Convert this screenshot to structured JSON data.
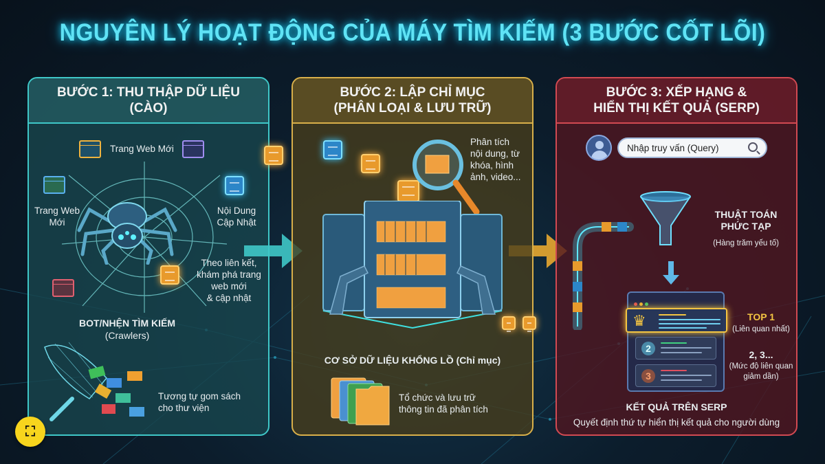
{
  "title": "NGUYÊN LÝ HOẠT ĐỘNG CỦA MÁY TÌM KIẾM (3 BƯỚC CỐT LÕI)",
  "colors": {
    "title": "#5fe3f5",
    "step1": "#3fc8c8",
    "step2": "#d9b04a",
    "step3": "#d24a52",
    "top_highlight": "#f4c542"
  },
  "step1": {
    "heading_line1": "BƯỚC 1: THU THẬP DỮ LIỆU",
    "heading_line2": "(CÀO)",
    "label_new_page_top": "Trang Web Mới",
    "label_new_page_left_1": "Trang Web",
    "label_new_page_left_2": "Mới",
    "label_updated_1": "Nội Dung",
    "label_updated_2": "Cập Nhật",
    "follow_links": [
      "Theo liên kết,",
      "khám phá trang",
      "web mới",
      "& cập nhật"
    ],
    "bot_title": "BOT/NHỆN TÌM KIẾM",
    "bot_sub": "(Crawlers)",
    "analogy": [
      "Tương tự gom sách",
      "cho thư viện"
    ],
    "icons": [
      "browser-globe-icon",
      "browser-cursor-icon",
      "spider-icon",
      "web-icon",
      "data-cube-icon",
      "net-icon",
      "book-icon"
    ]
  },
  "step2": {
    "heading_line1": "BƯỚC 2: LẬP CHỈ MỤC",
    "heading_line2": "(PHÂN LOẠI & LƯU TRỮ)",
    "analyze": [
      "Phân tích",
      "nội dung, từ",
      "khóa, hình",
      "ảnh, video..."
    ],
    "database_title": "CƠ SỞ DỮ LIỆU KHỔNG LỒ (Chỉ mục)",
    "organize": [
      "Tổ chức và lưu trữ",
      "thông tin đã phân tích"
    ],
    "icons": [
      "server-rack-icon",
      "magnifier-icon",
      "folder-icon",
      "robot-arm-icon"
    ]
  },
  "step3": {
    "heading_line1": "BƯỚC 3: XẾP HẠNG &",
    "heading_line2": "HIỂN THỊ KẾT QUẢ (SERP)",
    "search_placeholder": "Nhập truy vấn (Query)",
    "algo_title_1": "THUẬT TOÁN",
    "algo_title_2": "PHỨC TẠP",
    "algo_sub": "(Hàng trăm yếu tố)",
    "top1_title": "TOP 1",
    "top1_sub": "(Liên quan nhất)",
    "rest_title": "2, 3...",
    "rest_sub_1": "(Mức độ liên quan",
    "rest_sub_2": "giảm dần)",
    "rank2": "2",
    "rank3": "3",
    "crown": "♛",
    "serp_title": "KẾT QUẢ TRÊN SERP",
    "serp_sub": "Quyết định thứ tự hiển thị kết quả cho người dùng",
    "icons": [
      "user-avatar-icon",
      "search-icon",
      "funnel-icon",
      "crown-icon"
    ]
  },
  "logo": {
    "glyph": "⛶"
  }
}
